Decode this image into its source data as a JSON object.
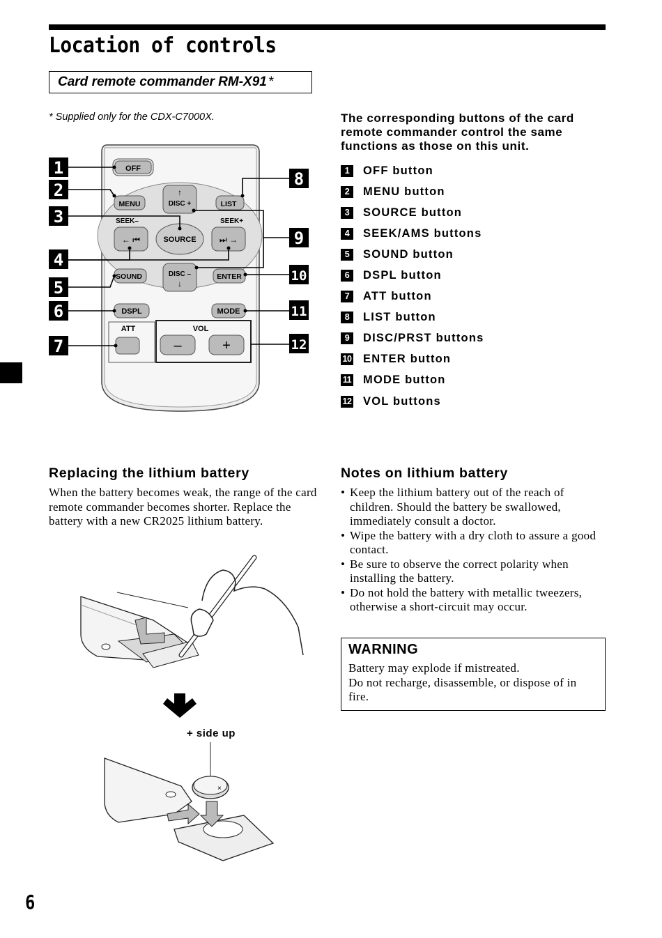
{
  "page": {
    "title": "Location of controls",
    "subtitle": "Card remote commander RM-X91",
    "subtitle_mark": "*",
    "footnote": "* Supplied only for the CDX-C7000X.",
    "page_number": "6"
  },
  "remote": {
    "callouts_left": [
      "1",
      "2",
      "3",
      "4",
      "5",
      "6",
      "7"
    ],
    "callouts_right": [
      "8",
      "9",
      "10",
      "11",
      "12"
    ],
    "buttons": {
      "off": "OFF",
      "menu": "MENU",
      "list": "LIST",
      "disc_plus": "DISC +",
      "disc_minus": "DISC –",
      "seek_minus": "SEEK–",
      "seek_plus": "SEEK+",
      "source": "SOURCE",
      "sound": "SOUND",
      "enter": "ENTER",
      "dspl": "DSPL",
      "mode": "MODE",
      "att": "ATT",
      "vol": "VOL",
      "vol_minus": "–",
      "vol_plus": "+"
    }
  },
  "controls": {
    "heading": "The corresponding buttons of the card remote commander control the same functions as those on this unit.",
    "items": [
      {
        "num": "1",
        "label": "OFF button"
      },
      {
        "num": "2",
        "label": "MENU button"
      },
      {
        "num": "3",
        "label": "SOURCE button"
      },
      {
        "num": "4",
        "label": "SEEK/AMS buttons"
      },
      {
        "num": "5",
        "label": "SOUND button"
      },
      {
        "num": "6",
        "label": "DSPL button"
      },
      {
        "num": "7",
        "label": "ATT button"
      },
      {
        "num": "8",
        "label": "LIST button"
      },
      {
        "num": "9",
        "label": "DISC/PRST buttons"
      },
      {
        "num": "10",
        "label": "ENTER button"
      },
      {
        "num": "11",
        "label": "MODE button"
      },
      {
        "num": "12",
        "label": "VOL buttons"
      }
    ]
  },
  "battery": {
    "heading": "Replacing the lithium battery",
    "text": "When the battery becomes weak, the range of the card remote commander becomes shorter. Replace the battery with a new CR2025 lithium battery.",
    "side_label": "+ side up"
  },
  "notes": {
    "heading": "Notes on lithium battery",
    "items": [
      "Keep the lithium battery out of the reach of children. Should the battery be swallowed, immediately consult a doctor.",
      "Wipe the battery with a dry cloth to assure a good contact.",
      "Be sure to observe the correct polarity when installing the battery.",
      "Do not hold the battery with metallic tweezers, otherwise a short-circuit may occur."
    ]
  },
  "warning": {
    "title": "WARNING",
    "line1": "Battery may explode if mistreated.",
    "line2": "Do not recharge, disassemble, or dispose of in fire."
  }
}
